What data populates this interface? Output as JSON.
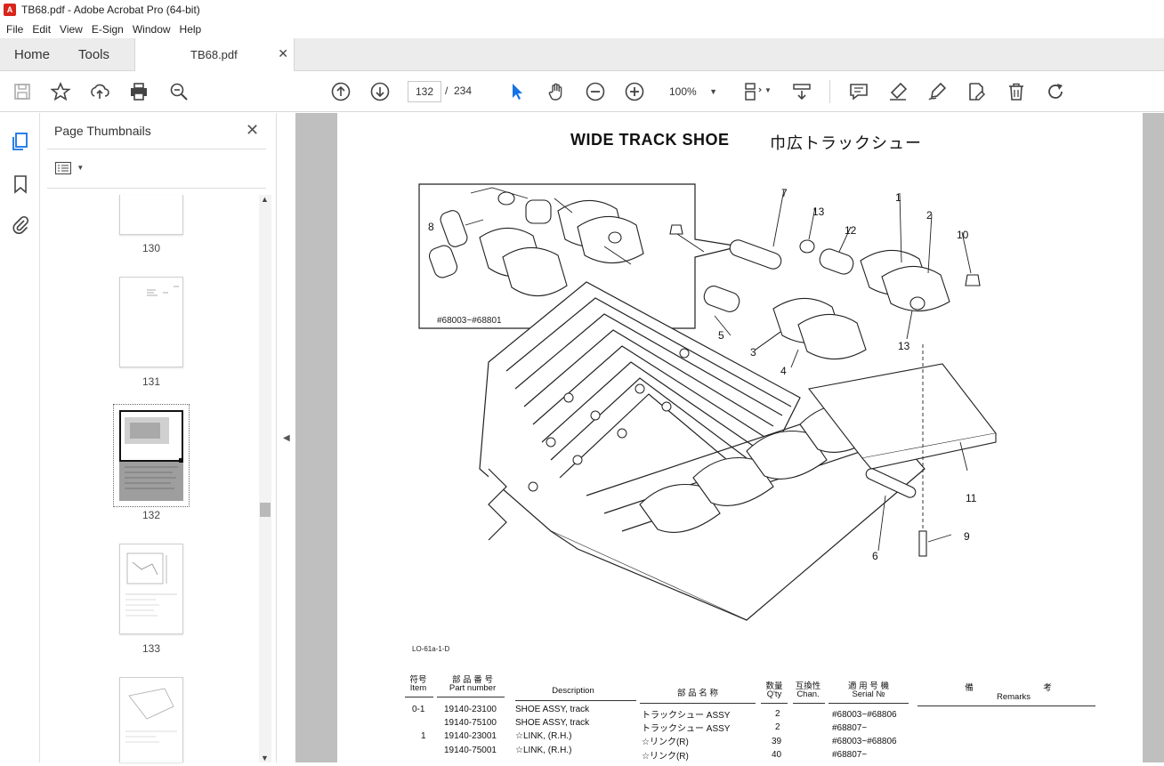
{
  "window": {
    "title": "TB68.pdf - Adobe Acrobat Pro (64-bit)",
    "app_icon_text": "A"
  },
  "menu": [
    "File",
    "Edit",
    "View",
    "E-Sign",
    "Window",
    "Help"
  ],
  "tabs": {
    "home": "Home",
    "tools": "Tools",
    "document": "TB68.pdf"
  },
  "toolbar": {
    "current_page": "132",
    "separator": "/",
    "total_pages": "234",
    "zoom": "100%"
  },
  "thumbnails": {
    "title": "Page Thumbnails",
    "pages": [
      "130",
      "131",
      "132",
      "133"
    ],
    "selected_page": "132"
  },
  "document": {
    "title_en": "WIDE TRACK SHOE",
    "title_jp": "巾広トラックシュー",
    "inset_serial": "#68003~#68801",
    "drawing_code": "LO-61a-1-D",
    "callouts": [
      "1",
      "2",
      "3",
      "4",
      "5",
      "6",
      "7",
      "8",
      "9",
      "10",
      "11",
      "12",
      "13",
      "13"
    ],
    "table": {
      "headers": {
        "item_jp": "符号",
        "item_en": "Item",
        "part_jp": "部 品 番 号",
        "part_en": "Part number",
        "desc": "Description",
        "name_jp": "部 品 名 称",
        "qty_jp": "数量",
        "qty_en": "Q'ty",
        "chan_jp": "互換性",
        "chan_en": "Chan.",
        "serial_jp": "適 用 号 機",
        "serial_en": "Serial №",
        "remarks_jp1": "備",
        "remarks_jp2": "考",
        "remarks_en": "Remarks"
      },
      "rows": [
        {
          "item": "0-1",
          "part": "19140-23100",
          "desc": "SHOE ASSY, track",
          "name": "トラックシュー ASSY",
          "qty": "2",
          "serial": "#68003~#68806"
        },
        {
          "item": "",
          "part": "19140-75100",
          "desc": "SHOE ASSY, track",
          "name": "トラックシュー ASSY",
          "qty": "2",
          "serial": "#68807~"
        },
        {
          "item": "1",
          "part": "19140-23001",
          "desc": "☆LINK, (R.H.)",
          "name": "☆リンク(R)",
          "qty": "39",
          "serial": "#68003~#68806"
        },
        {
          "item": "",
          "part": "19140-75001",
          "desc": "☆LINK, (R.H.)",
          "name": "☆リンク(R)",
          "qty": "40",
          "serial": "#68807~"
        }
      ]
    }
  }
}
